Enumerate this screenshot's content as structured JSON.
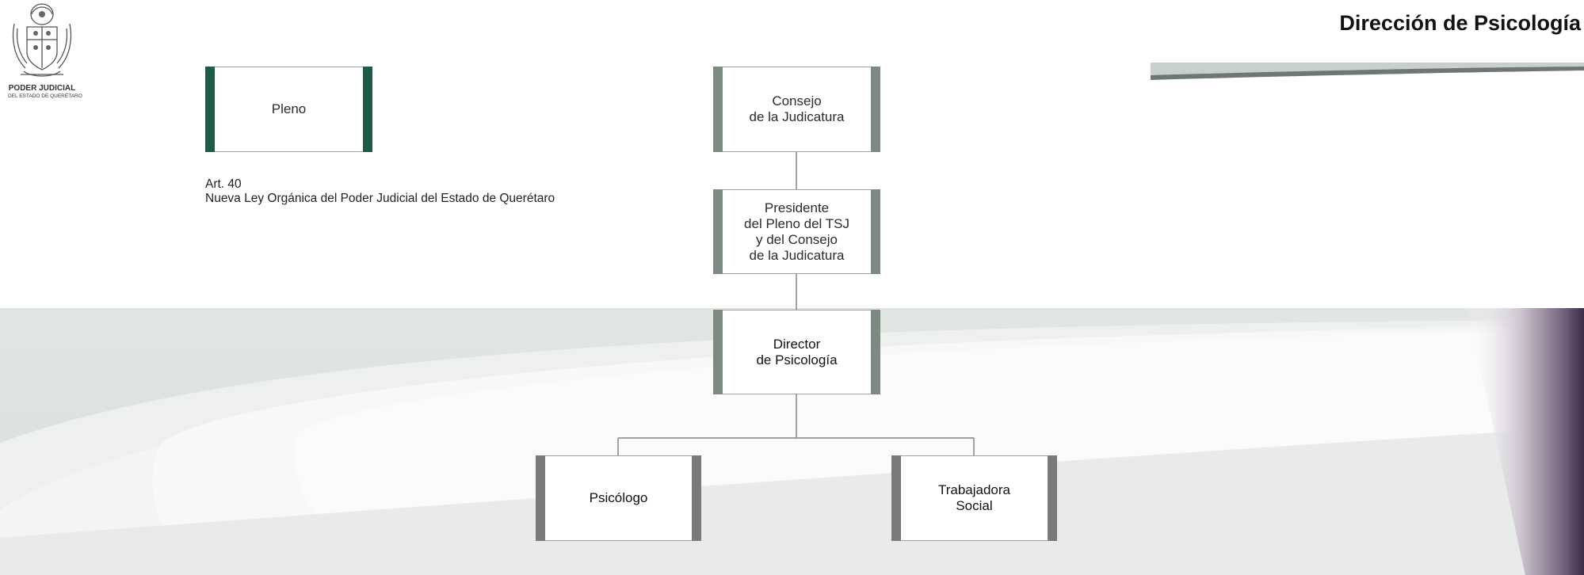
{
  "header": {
    "title": "Dirección de Psicología"
  },
  "logo": {
    "line1": "PODER JUDICIAL",
    "line2": "DEL ESTADO DE QUERÉTARO"
  },
  "legal_reference": {
    "line1": "Art. 40",
    "line2": "Nueva Ley Orgánica del Poder Judicial del Estado de Querétaro"
  },
  "colors": {
    "pleno_bar": "#1f5c46",
    "node_bar": "#7d8a82",
    "bottom_bar": "#7a7a7a"
  },
  "nodes": {
    "pleno": "Pleno",
    "consejo": "Consejo\nde la Judicatura",
    "presidente": "Presidente\ndel Pleno del TSJ\ny del Consejo\nde la Judicatura",
    "director": "Director\nde Psicología",
    "psicologo": "Psicólogo",
    "trabajadora": "Trabajadora\nSocial"
  }
}
